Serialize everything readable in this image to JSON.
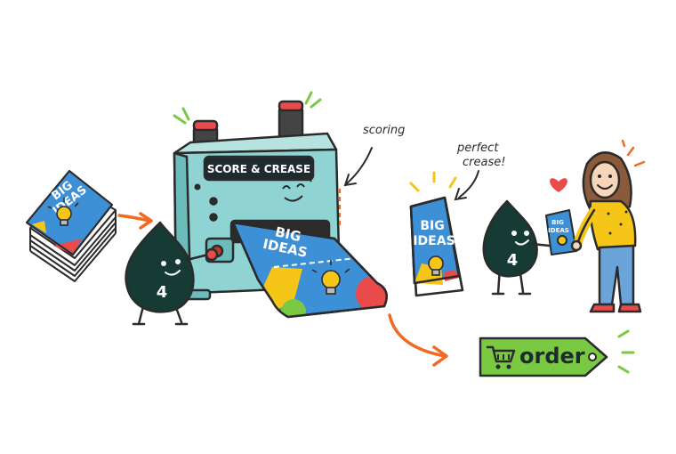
{
  "machine": {
    "sign": "SCORE & CREASE"
  },
  "brochure": {
    "title_line1": "BIG",
    "title_line2": "IDEAS"
  },
  "mascot": {
    "number": "4"
  },
  "annotations": {
    "scoring": "scoring",
    "perfect_line1": "perfect",
    "perfect_line2": "crease!"
  },
  "order_button": {
    "label": "order",
    "icon": "cart-icon",
    "color": "#7ac943"
  },
  "colors": {
    "machine": "#8fd3d3",
    "mascot": "#163a34",
    "brochure_blue": "#3d8fd6",
    "bulb": "#f5c518",
    "arrow": "#f26a21",
    "button_red": "#c0392b"
  }
}
